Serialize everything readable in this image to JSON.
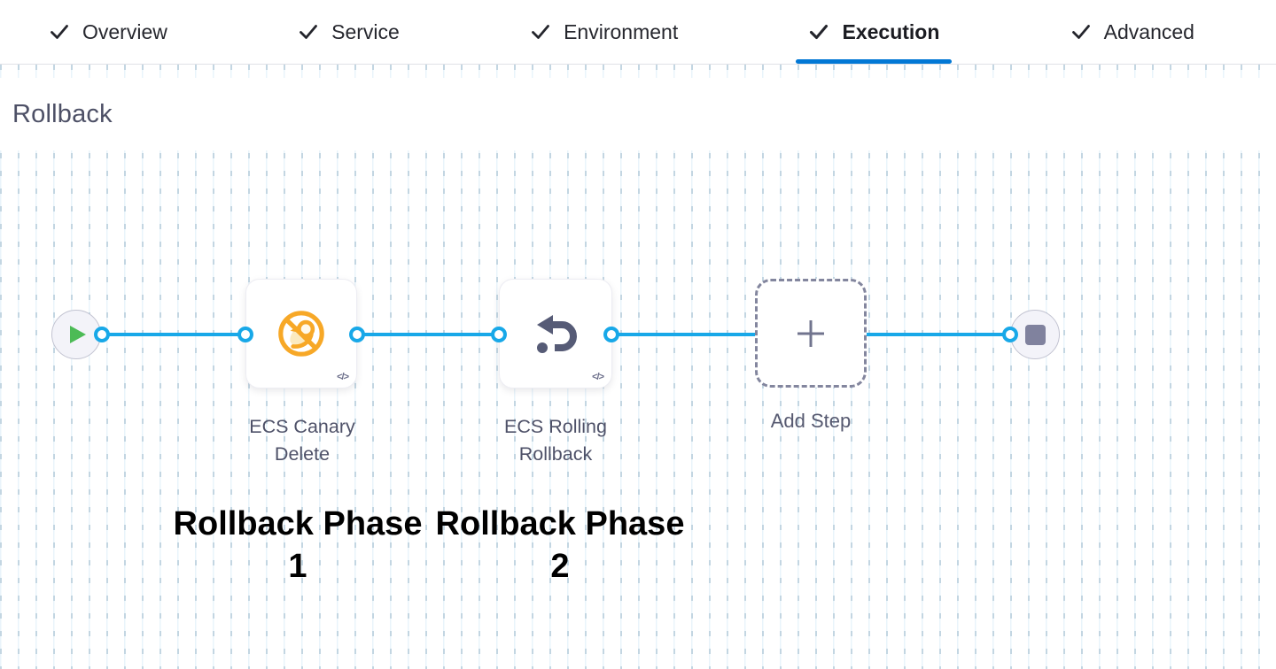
{
  "tabs": [
    {
      "label": "Overview",
      "icon": "check-icon",
      "completed": true,
      "active": false
    },
    {
      "label": "Service",
      "icon": "check-icon",
      "completed": true,
      "active": false
    },
    {
      "label": "Environment",
      "icon": "check-icon",
      "completed": true,
      "active": false
    },
    {
      "label": "Execution",
      "icon": "check-icon",
      "completed": true,
      "active": true
    },
    {
      "label": "Advanced",
      "icon": "check-icon",
      "completed": true,
      "active": false
    }
  ],
  "section": {
    "title": "Rollback"
  },
  "pipeline": {
    "start_node": {
      "icon": "play-icon"
    },
    "end_node": {
      "icon": "stop-icon"
    },
    "steps": [
      {
        "name": "ECS Canary Delete",
        "icon": "canary-delete-icon",
        "badge": "code-icon"
      },
      {
        "name": "ECS Rolling Rollback",
        "icon": "rollback-arrow-icon",
        "badge": "code-icon"
      }
    ],
    "add_step_label": "Add Step"
  },
  "annotations": [
    "Rollback Phase 1",
    "Rollback Phase 2"
  ],
  "glyphs": {
    "code": "</>"
  },
  "colors": {
    "edge_blue": "#18a8e8",
    "active_tab_underline": "#0278d5",
    "play_green": "#4cbb56",
    "stop_gray": "#80829e",
    "canary_orange": "#f7a827",
    "slate_text": "#4e5168",
    "annotation_black": "#000000"
  }
}
